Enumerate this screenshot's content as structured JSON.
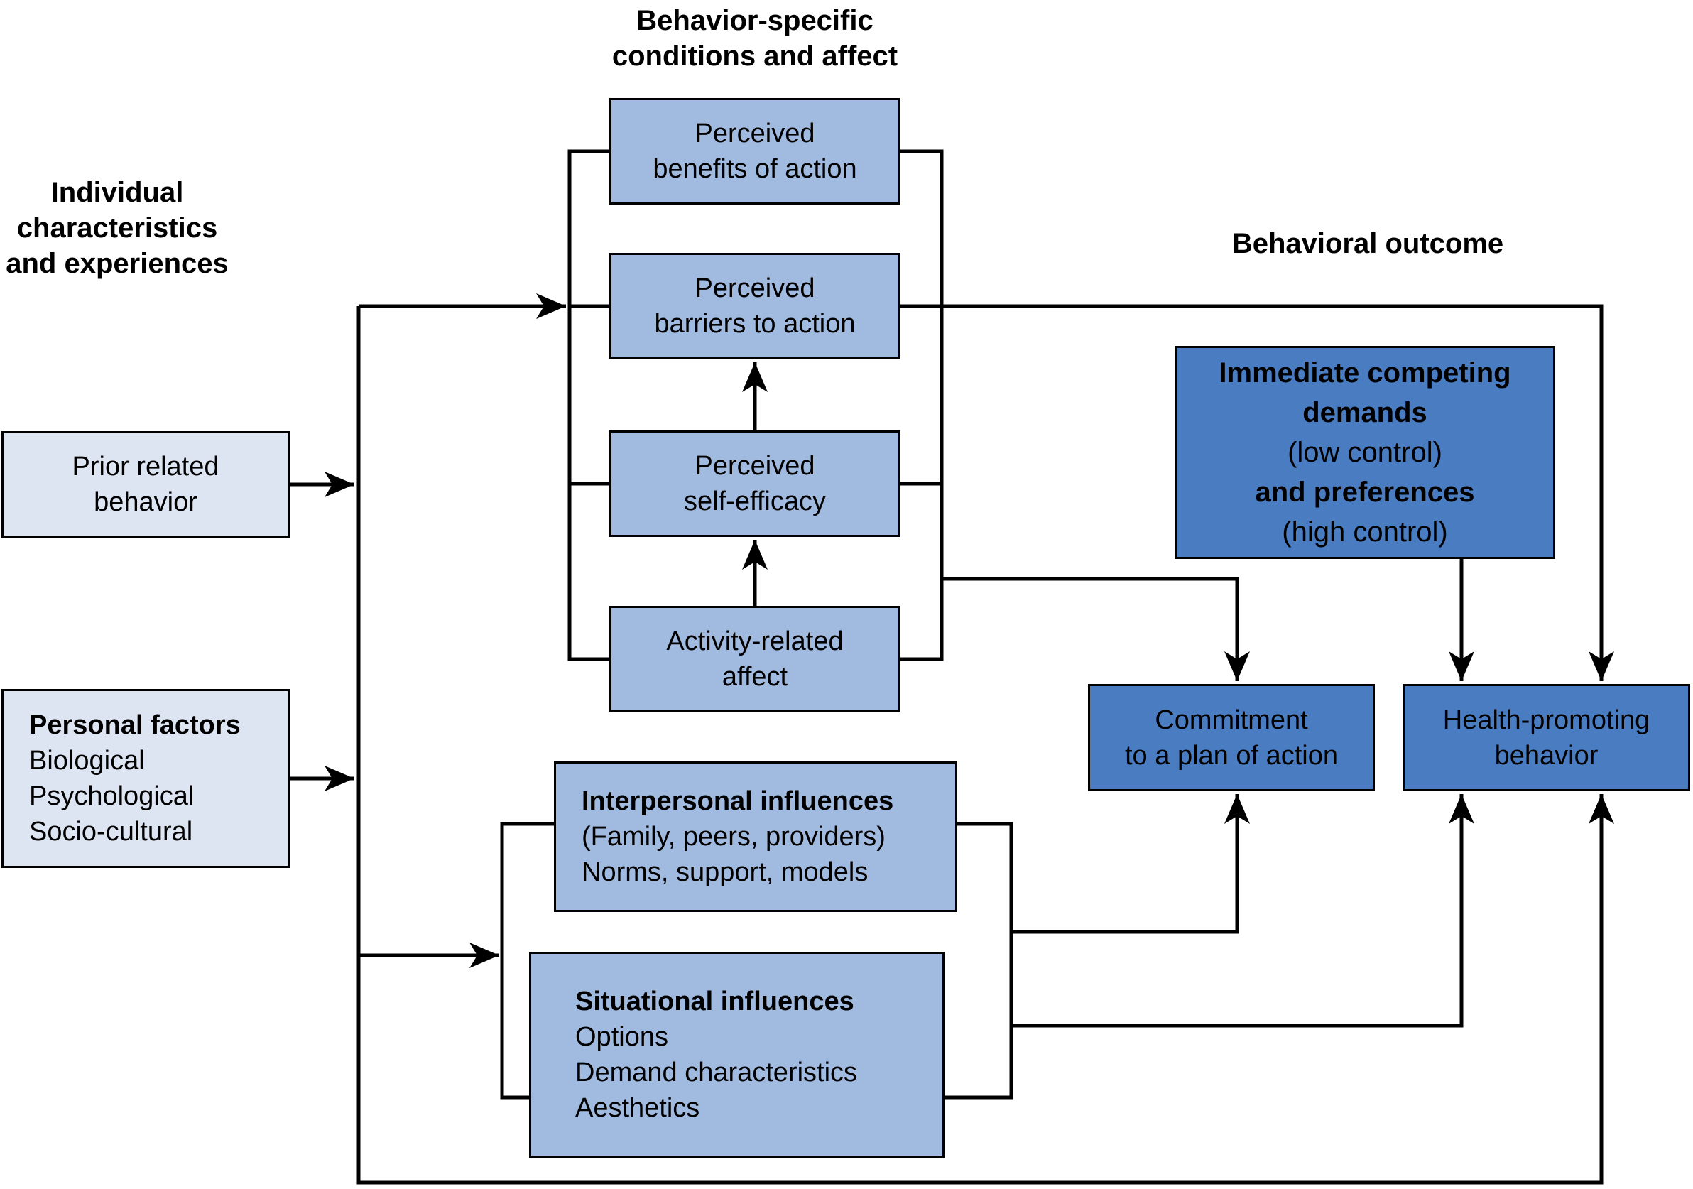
{
  "headings": {
    "behavior_specific": {
      "line1": "Behavior-specific",
      "line2": "conditions and affect"
    },
    "individual": {
      "line1": "Individual",
      "line2": "characteristics",
      "line3": "and experiences"
    },
    "behavioral_outcome": "Behavioral outcome"
  },
  "boxes": {
    "prior": {
      "line1": "Prior related",
      "line2": "behavior"
    },
    "personal": {
      "title": "Personal factors",
      "item1": "Biological",
      "item2": "Psychological",
      "item3": "Socio-cultural"
    },
    "benefits": {
      "line1": "Perceived",
      "line2": "benefits of action"
    },
    "barriers": {
      "line1": "Perceived",
      "line2": "barriers to action"
    },
    "self_efficacy": {
      "line1": "Perceived",
      "line2": "self-efficacy"
    },
    "affect": {
      "line1": "Activity-related",
      "line2": "affect"
    },
    "interpersonal": {
      "title": "Interpersonal influences",
      "item1": "(Family, peers, providers)",
      "item2": "Norms, support, models"
    },
    "situational": {
      "title": "Situational influences",
      "item1": "Options",
      "item2": "Demand characteristics",
      "item3": "Aesthetics"
    },
    "demands": {
      "line1": "Immediate competing",
      "line2": "demands",
      "line3": "(low control)",
      "line4": "and preferences",
      "line5": "(high control)"
    },
    "commitment": {
      "line1": "Commitment",
      "line2": "to a plan of action"
    },
    "health": {
      "line1": "Health-promoting",
      "line2": "behavior"
    }
  },
  "palette": {
    "pale_box": "#dee5f2",
    "medium_box": "#a1badf",
    "dark_box": "#4a7cc2",
    "line": "#000000",
    "text": "#000000",
    "background": "#ffffff"
  }
}
